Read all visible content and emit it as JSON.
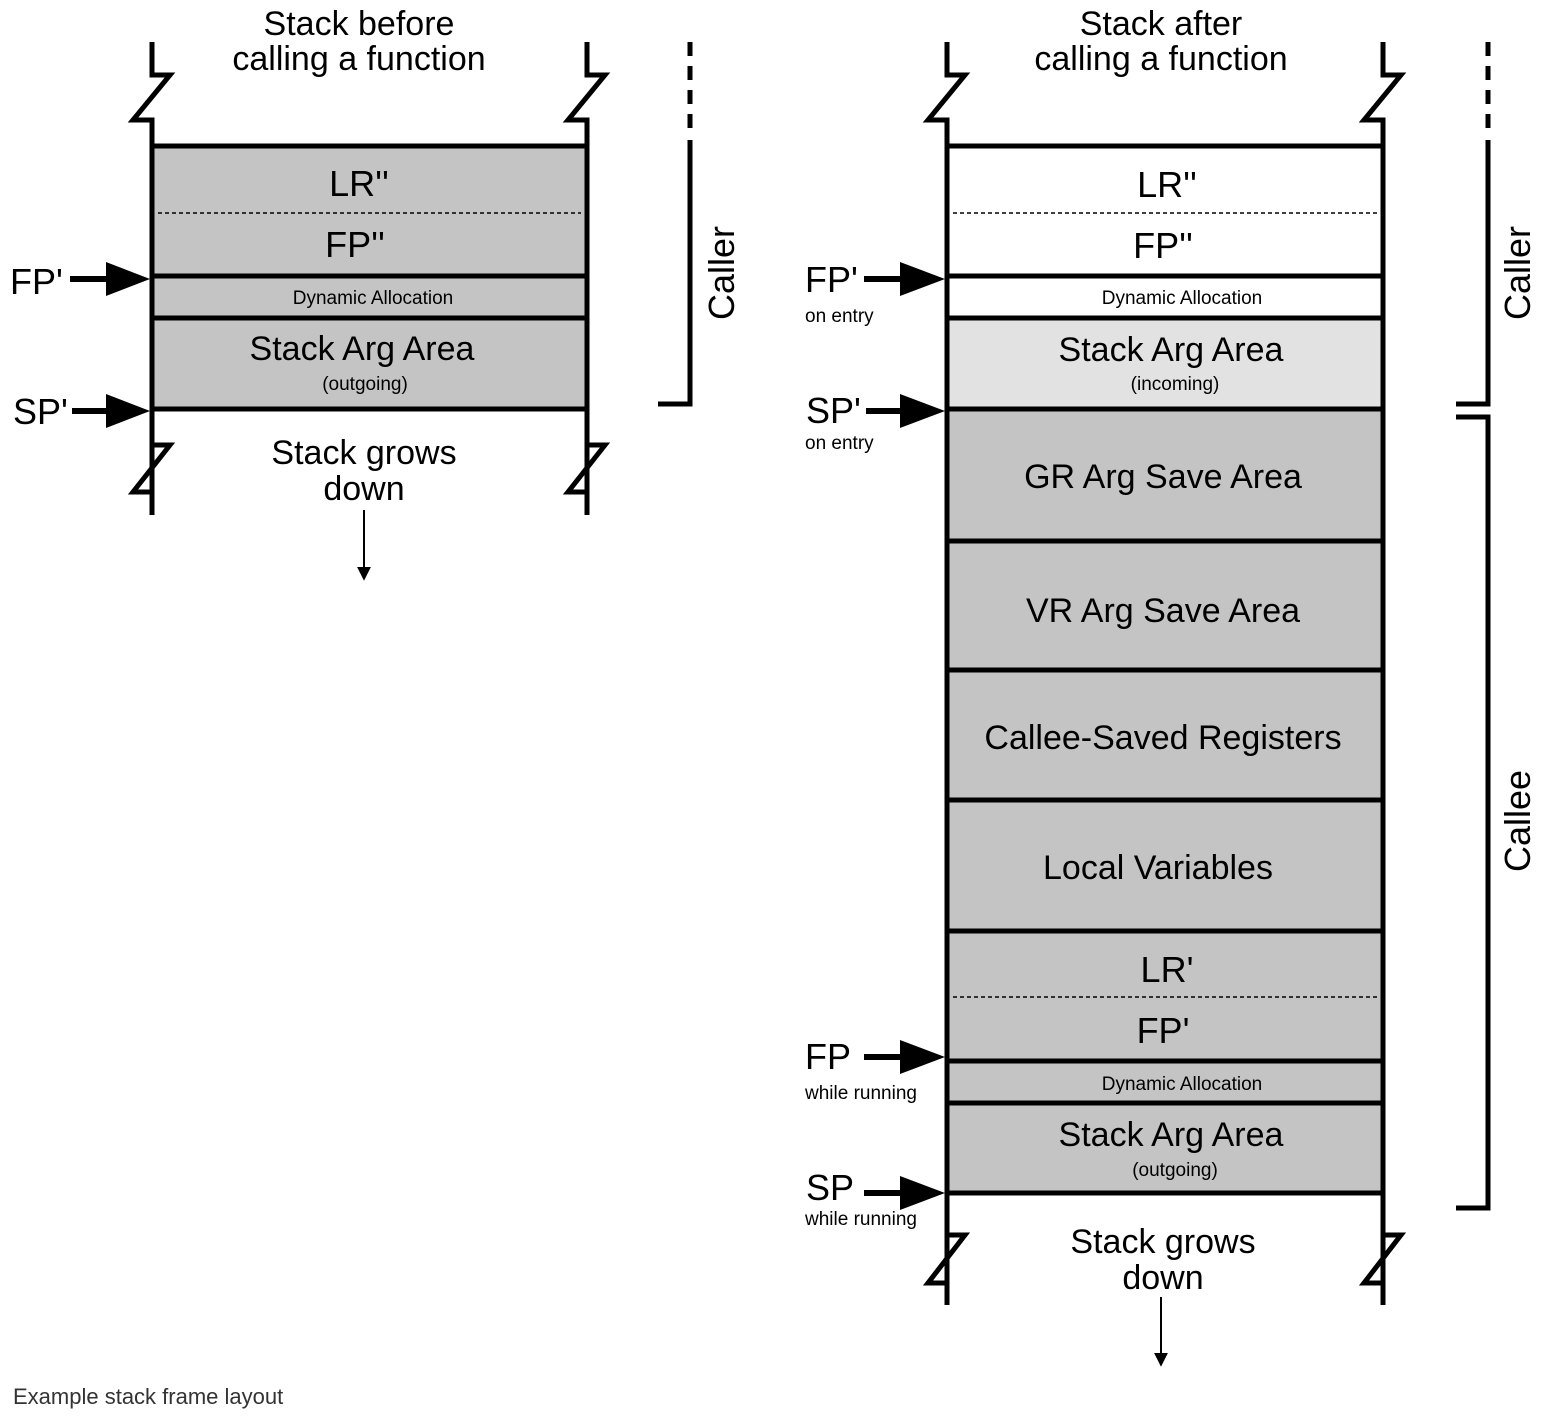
{
  "colors": {
    "gray": "#c4c4c4",
    "light_gray": "#e2e2e2",
    "white": "#ffffff",
    "stroke": "#000000"
  },
  "caption": "Example stack frame layout",
  "left": {
    "title_line1": "Stack before",
    "title_line2": "calling a function",
    "blocks": [
      {
        "label": "LR''",
        "fill": "gray"
      },
      {
        "label": "FP''",
        "fill": "gray"
      },
      {
        "label": "Dynamic Allocation",
        "fill": "gray"
      },
      {
        "label": "Stack Arg Area",
        "sub": "(outgoing)",
        "fill": "gray"
      }
    ],
    "pointers": [
      {
        "label": "FP'"
      },
      {
        "label": "SP'"
      }
    ],
    "grows_line1": "Stack grows",
    "grows_line2": "down",
    "bracket_label": "Caller"
  },
  "right": {
    "title_line1": "Stack after",
    "title_line2": "calling a function",
    "blocks": [
      {
        "label": "LR''",
        "fill": "white"
      },
      {
        "label": "FP''",
        "fill": "white"
      },
      {
        "label": "Dynamic Allocation",
        "fill": "white"
      },
      {
        "label": "Stack Arg Area",
        "sub": "(incoming)",
        "fill": "light_gray"
      },
      {
        "label": "GR Arg Save Area",
        "fill": "gray"
      },
      {
        "label": "VR Arg Save Area",
        "fill": "gray"
      },
      {
        "label": "Callee-Saved Registers",
        "fill": "gray"
      },
      {
        "label": "Local Variables",
        "fill": "gray"
      },
      {
        "label": "LR'",
        "fill": "gray"
      },
      {
        "label": "FP'",
        "fill": "gray"
      },
      {
        "label": "Dynamic Allocation",
        "fill": "gray"
      },
      {
        "label": "Stack Arg Area",
        "sub": "(outgoing)",
        "fill": "gray"
      }
    ],
    "pointers": [
      {
        "label": "FP'",
        "sub": "on entry"
      },
      {
        "label": "SP'",
        "sub": "on entry"
      },
      {
        "label": "FP",
        "sub": "while running"
      },
      {
        "label": "SP",
        "sub": "while running"
      }
    ],
    "grows_line1": "Stack grows",
    "grows_line2": "down",
    "bracket_caller": "Caller",
    "bracket_callee": "Callee"
  }
}
